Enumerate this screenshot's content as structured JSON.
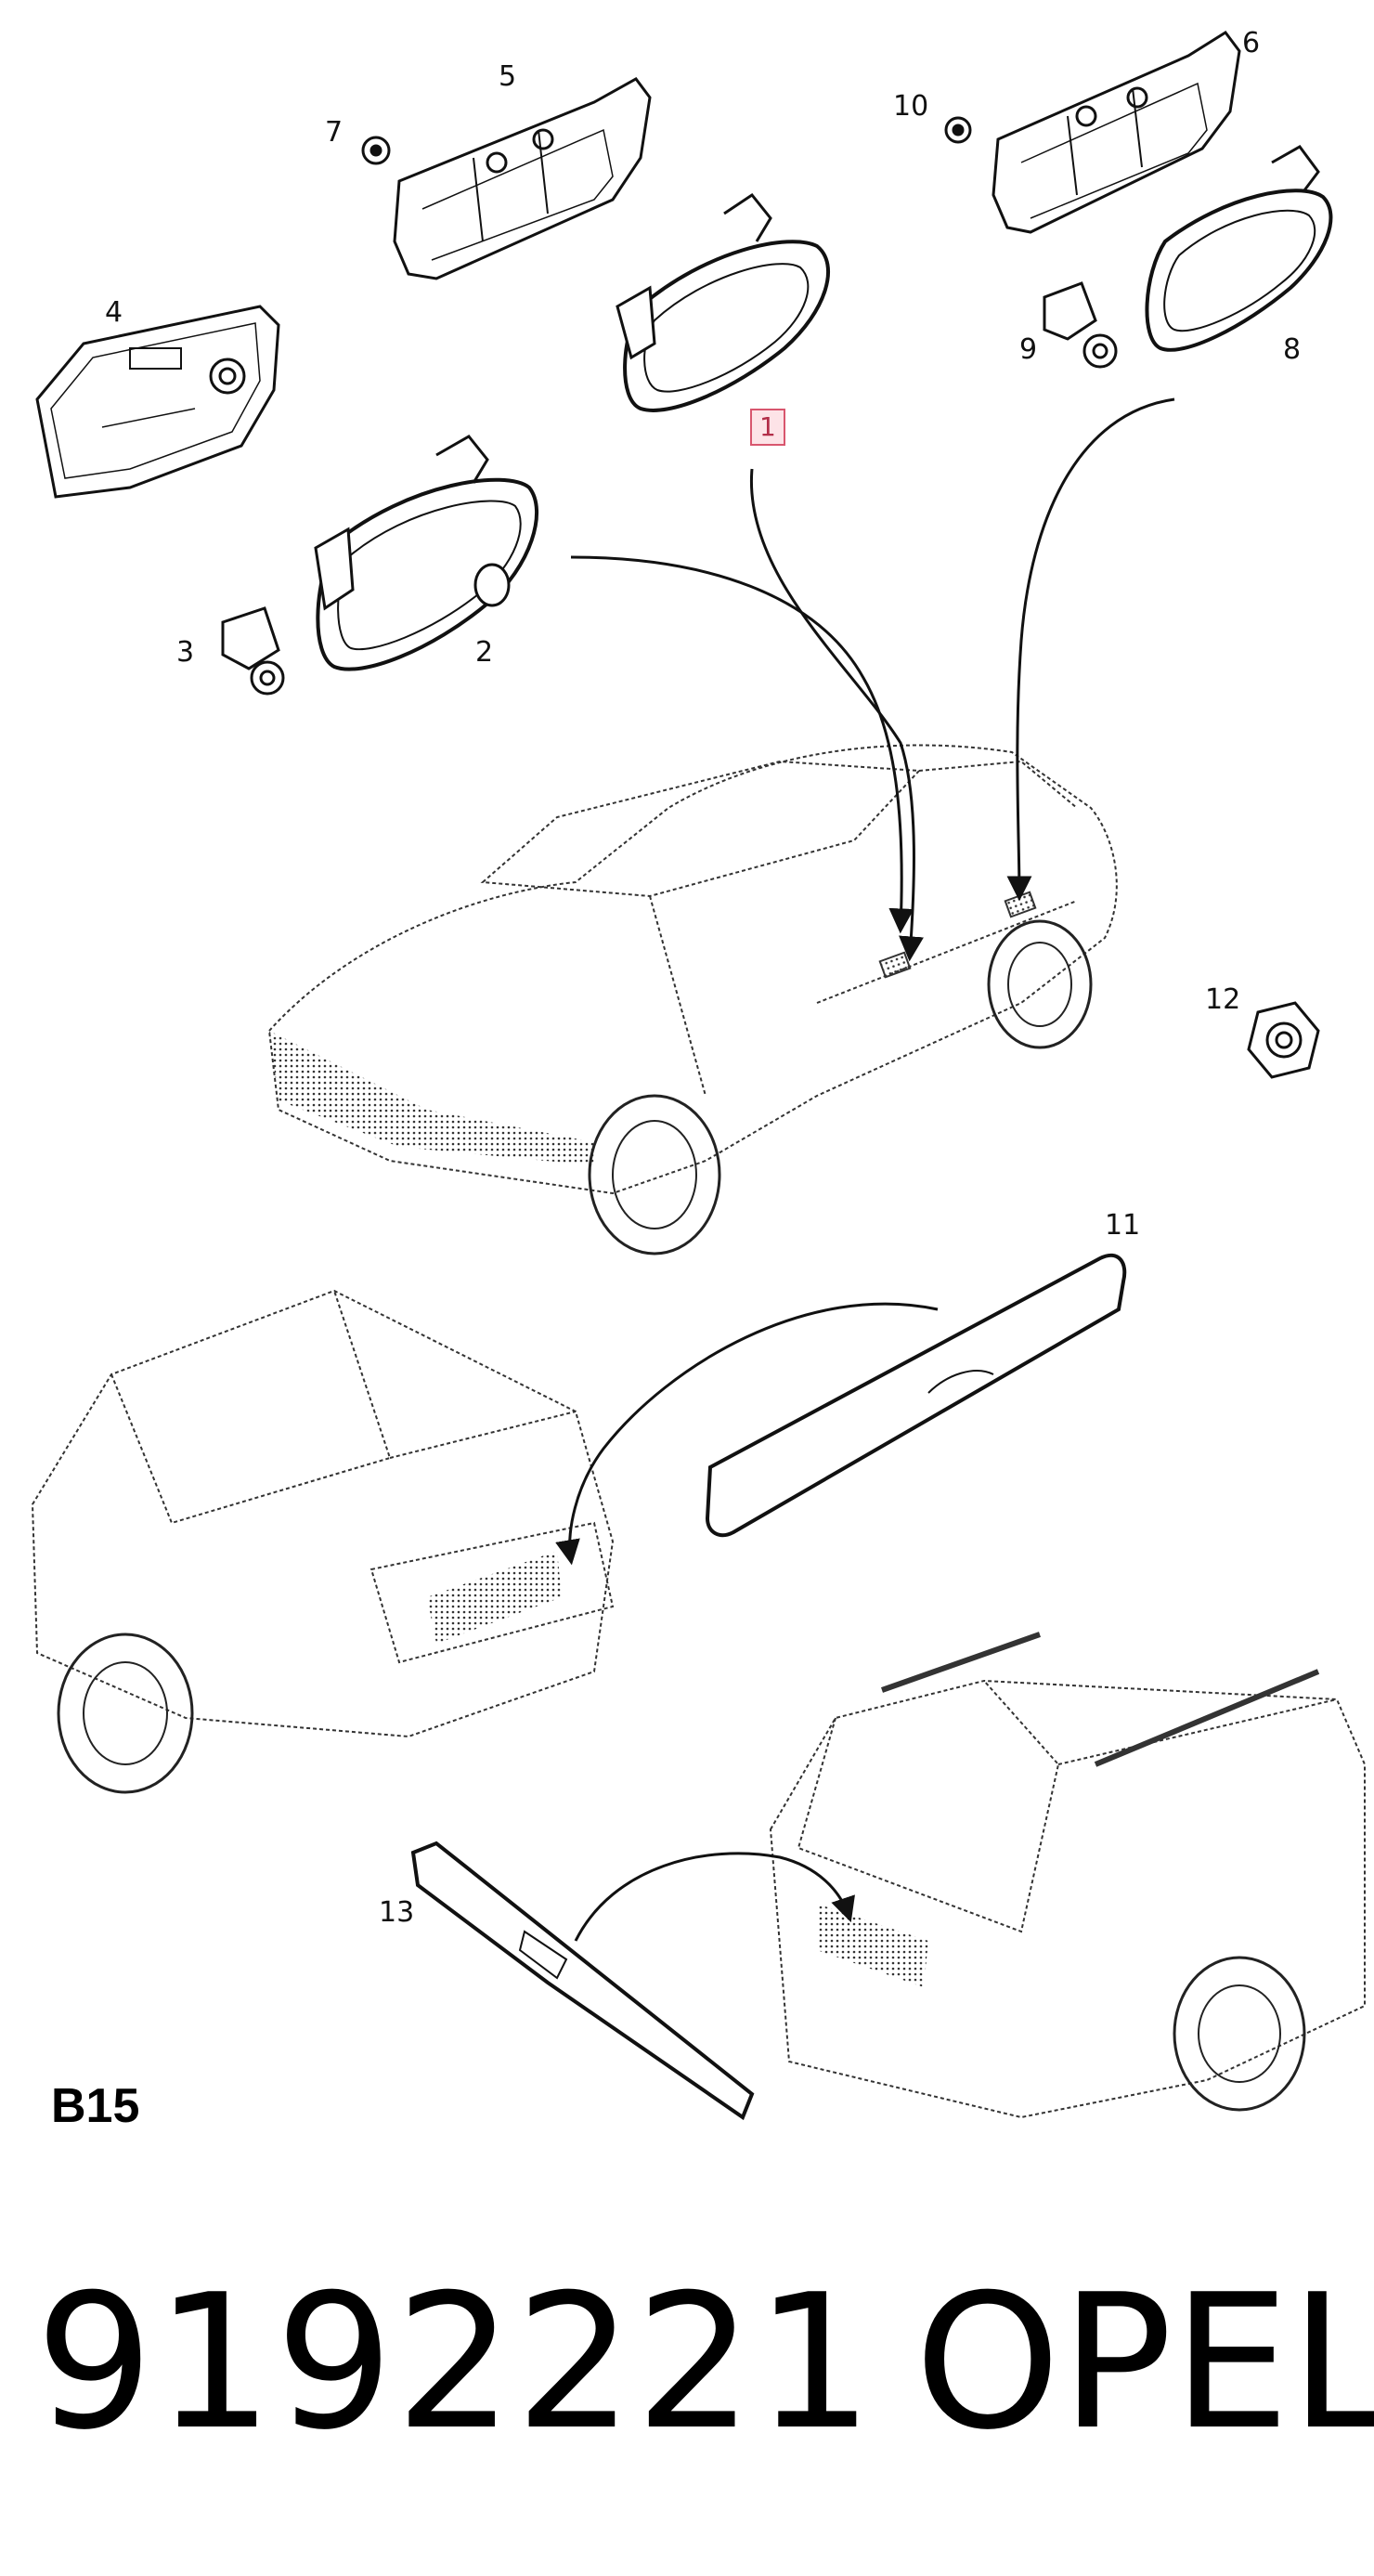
{
  "callouts": {
    "c1": "1",
    "c2": "2",
    "c3": "3",
    "c4": "4",
    "c5": "5",
    "c6": "6",
    "c7": "7",
    "c8": "8",
    "c9": "9",
    "c10": "10",
    "c11": "11",
    "c12": "12",
    "c13": "13"
  },
  "sheet_code": "B15",
  "part_number": "9192221",
  "brand": "OPEL",
  "colors": {
    "highlight_border": "#d8566e",
    "highlight_fill": "#fde3e7",
    "line": "#111111",
    "hatch": "#555555"
  }
}
